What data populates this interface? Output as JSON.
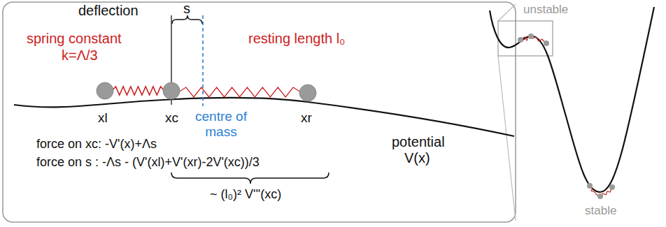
{
  "diagram": {
    "labels": [
      "deflection",
      "s",
      "spring constant",
      "k=Λ/3",
      "resting length l₀",
      "potential",
      "V(x)",
      "xl",
      "xc",
      "xr",
      "centre of mass",
      "force on xc:  -V'(x)+Λs",
      "force on s :  -Λs - (V'(xl)+V'(xr)-2V'(xc))/3",
      "~ (l₀)² V'''(xc)",
      "unstable",
      "stable"
    ]
  }
}
